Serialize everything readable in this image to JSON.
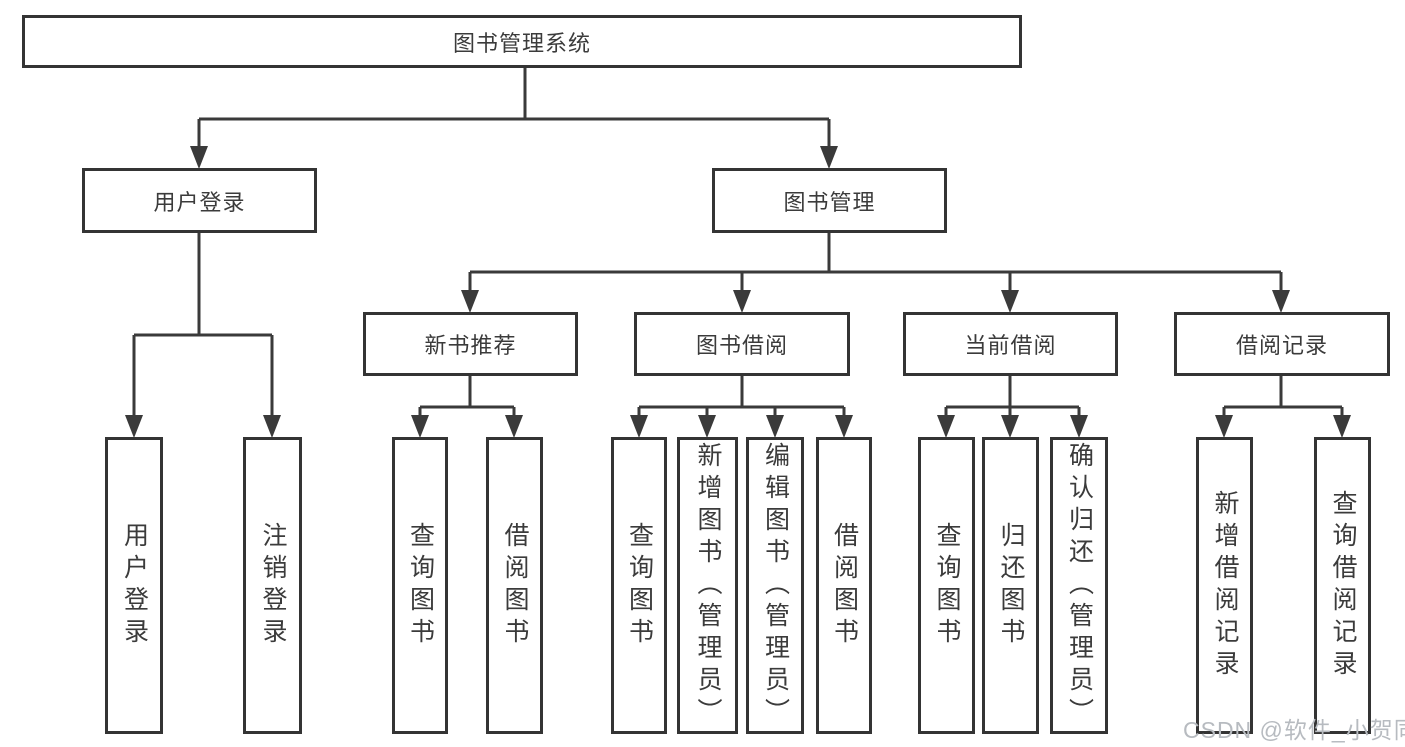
{
  "diagram": {
    "type": "tree-structure-chart",
    "title": "图书管理系统",
    "watermark": "CSDN @软件_小贺同学",
    "colors": {
      "background": "#ffffff",
      "line": "#3a3a3a",
      "box_border": "#343434",
      "text": "#3b3b3b",
      "watermark": "#b7bbc0"
    },
    "root": {
      "label": "图书管理系统"
    },
    "level2": [
      {
        "label": "用户登录"
      },
      {
        "label": "图书管理"
      }
    ],
    "level3": [
      {
        "label": "新书推荐"
      },
      {
        "label": "图书借阅"
      },
      {
        "label": "当前借阅"
      },
      {
        "label": "借阅记录"
      }
    ],
    "leaves": {
      "user_login": [
        {
          "label": "用户登录"
        },
        {
          "label": "注销登录"
        }
      ],
      "new_books": [
        {
          "label": "查询图书"
        },
        {
          "label": "借阅图书"
        }
      ],
      "book_borrow": [
        {
          "label": "查询图书"
        },
        {
          "label": "新增图书（管理员）"
        },
        {
          "label": "编辑图书（管理员）"
        },
        {
          "label": "借阅图书"
        }
      ],
      "current_borrow": [
        {
          "label": "查询图书"
        },
        {
          "label": "归还图书"
        },
        {
          "label": "确认归还（管理员）"
        }
      ],
      "borrow_records": [
        {
          "label": "新增借阅记录"
        },
        {
          "label": "查询借阅记录"
        }
      ]
    }
  }
}
